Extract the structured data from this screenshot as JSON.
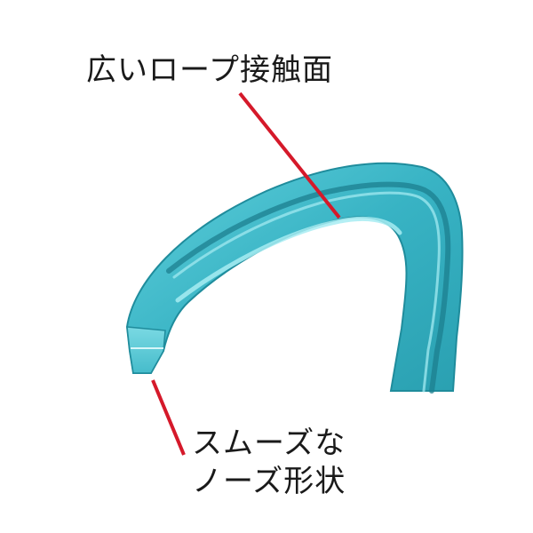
{
  "labels": {
    "contact_surface": "広いロープ接触面",
    "nose_line_1": "スムーズな",
    "nose_line_2": "ノーズ形状"
  },
  "colors": {
    "body": "#3bb9c9",
    "body_dark": "#1f8c9c",
    "body_light": "#8fe0e8",
    "leader": "#d5192a",
    "text": "#1a1a1a"
  },
  "icons": [
    "carabiner-illustration"
  ]
}
